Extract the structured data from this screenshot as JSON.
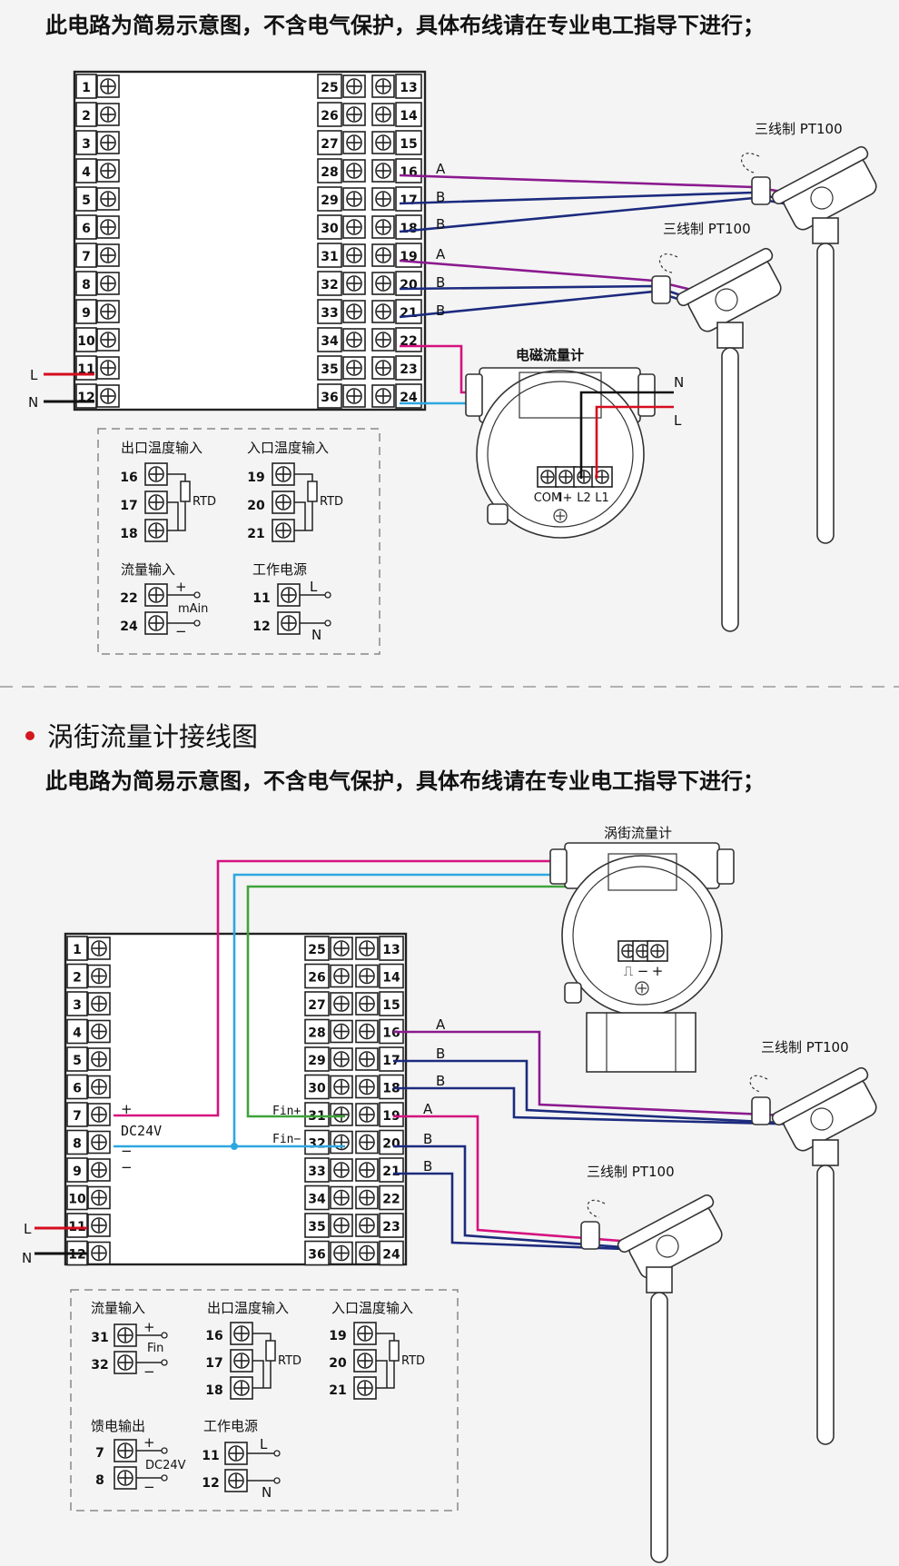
{
  "note": "此电路为简易示意图，不含电气保护，具体布线请在专业电工指导下进行；",
  "section2_title": "涡街流量计接线图",
  "colors": {
    "red": "#d40d1e",
    "magenta": "#d5117f",
    "purple": "#8b1a8f",
    "navy": "#1c2b7e",
    "cyan": "#2ea7e0",
    "green": "#3fa33a",
    "black": "#111111",
    "bullet": "#d4161e"
  },
  "diag1": {
    "left_terminals": [
      "1",
      "2",
      "3",
      "4",
      "5",
      "6",
      "7",
      "8",
      "9",
      "10",
      "11",
      "12"
    ],
    "mid_terminals": [
      "25",
      "26",
      "27",
      "28",
      "29",
      "30",
      "31",
      "32",
      "33",
      "34",
      "35",
      "36"
    ],
    "right_terminals": [
      "13",
      "14",
      "15",
      "16",
      "17",
      "18",
      "19",
      "20",
      "21",
      "22",
      "23",
      "24"
    ],
    "power_L": "L",
    "power_N": "N",
    "sensor1_label": "三线制  PT100",
    "sensor2_label": "三线制  PT100",
    "wire_labels": [
      "A",
      "B",
      "B",
      "A",
      "B",
      "B"
    ],
    "flowmeter_title": "电磁流量计",
    "flowmeter_N": "N",
    "flowmeter_L": "L",
    "flowmeter_terminals": [
      "COM",
      "I+",
      "L2",
      "L1"
    ],
    "legend": {
      "out_temp": "出口温度输入",
      "in_temp": "入口温度输入",
      "out_nums": [
        "16",
        "17",
        "18"
      ],
      "in_nums": [
        "19",
        "20",
        "21"
      ],
      "rtd": "RTD",
      "flow": "流量输入",
      "flow_nums": [
        "22",
        "24"
      ],
      "plus": "+",
      "minus": "−",
      "main": "mAin",
      "power": "工作电源",
      "power_nums": [
        "11",
        "12"
      ],
      "L": "L",
      "N": "N"
    }
  },
  "diag2": {
    "left_terminals": [
      "1",
      "2",
      "3",
      "4",
      "5",
      "6",
      "7",
      "8",
      "9",
      "10",
      "11",
      "12"
    ],
    "mid_terminals": [
      "25",
      "26",
      "27",
      "28",
      "29",
      "30",
      "31",
      "32",
      "33",
      "34",
      "35",
      "36"
    ],
    "right_terminals": [
      "13",
      "14",
      "15",
      "16",
      "17",
      "18",
      "19",
      "20",
      "21",
      "22",
      "23",
      "24"
    ],
    "dc_plus": "+",
    "dc_label": "DC24V",
    "dc_minus1": "−",
    "dc_minus2": "−",
    "fin_plus": "Fin+",
    "fin_minus": "Fin−",
    "power_L": "L",
    "power_N": "N",
    "vortex_title": "涡街流量计",
    "vortex_terminals": [
      "⎍",
      "−",
      "+"
    ],
    "sensor1_label": "三线制  PT100",
    "sensor2_label": "三线制  PT100",
    "wire_labels": [
      "A",
      "B",
      "B",
      "A",
      "B",
      "B"
    ],
    "legend": {
      "flow": "流量输入",
      "flow_nums": [
        "31",
        "32"
      ],
      "fin": "Fin",
      "out_temp": "出口温度输入",
      "out_nums": [
        "16",
        "17",
        "18"
      ],
      "in_temp": "入口温度输入",
      "in_nums": [
        "19",
        "20",
        "21"
      ],
      "rtd": "RTD",
      "feed": "馈电输出",
      "feed_nums": [
        "7",
        "8"
      ],
      "dc24v": "DC24V",
      "power": "工作电源",
      "power_nums": [
        "11",
        "12"
      ],
      "plus": "+",
      "minus": "−",
      "L": "L",
      "N": "N"
    }
  }
}
